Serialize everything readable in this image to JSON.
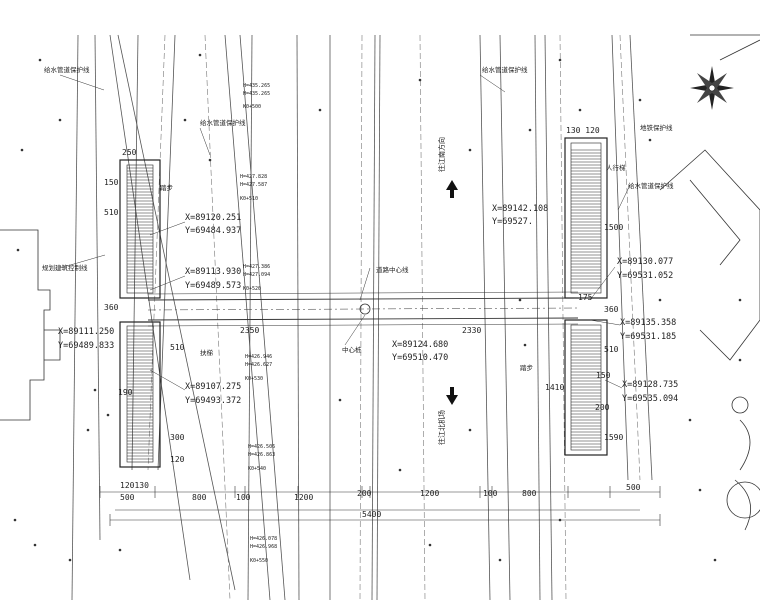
{
  "coordinates": {
    "c1": "X=89120.251",
    "c2": "Y=69484.937",
    "c3": "X=89113.930",
    "c4": "Y=69489.573",
    "c5": "X=89111.250",
    "c6": "Y=69489.833",
    "c7": "X=89107.275",
    "c8": "Y=69493.372",
    "c9": "X=89124.680",
    "c10": "Y=69510.470",
    "c11": "X=89142.108",
    "c12": "Y=69527.",
    "c13": "X=89130.077",
    "c14": "Y=69531.052",
    "c15": "X=89135.358",
    "c16": "Y=69531.185",
    "c17": "X=89128.735",
    "c18": "Y=69535.094"
  },
  "dimensions": {
    "d2350": "2350",
    "d2330": "2330",
    "d5400": "5400",
    "d500a": "500",
    "d800a": "800",
    "d100a": "100",
    "d1200a": "1200",
    "d200": "200",
    "d1200b": "1200",
    "d100b": "100",
    "d800b": "800",
    "d500b": "500",
    "d120130": "120130",
    "d250": "250",
    "d150": "150",
    "d510a": "510",
    "d360a": "360",
    "d510b": "510",
    "d190": "190",
    "d300": "300",
    "d120": "120",
    "d130120": "130 120",
    "d1500": "1500",
    "d175": "175",
    "d360b": "360",
    "d510c": "510",
    "d1410": "1410",
    "d200r": "200",
    "d150r": "150",
    "d1590": "1590"
  },
  "labels": {
    "water_top_left": "给水管道保护线",
    "water_mid_left": "给水管道保护线",
    "water_top_right": "给水管道保护线",
    "water_right": "给水管道保护线",
    "building_protect": "规划建筑控制线",
    "road_center": "道路中心线",
    "bridge_center": "中心桩",
    "direction_up": "往江南方向",
    "direction_down": "往江北机场",
    "building_line": "地铁保护线",
    "stair_left": "踏步",
    "stair_right": "踏步",
    "escalator": "扶梯",
    "lift": "人行梯"
  },
  "spot_heights": {
    "h1": "H=435.265",
    "h2": "H=435.265",
    "h3": "K0+500",
    "h4": "H=427.828",
    "h5": "H=427.587",
    "h6": "K0+510",
    "h7": "H=427.386",
    "h8": "H=427.094",
    "h9": "K0+520",
    "h10": "H=426.946",
    "h11": "H=426.627",
    "h12": "K0+530",
    "h13": "H=426.506",
    "h14": "H=426.863",
    "h15": "K0+540",
    "h16": "H=426.078",
    "h17": "H=426.968",
    "h18": "K0+550"
  }
}
